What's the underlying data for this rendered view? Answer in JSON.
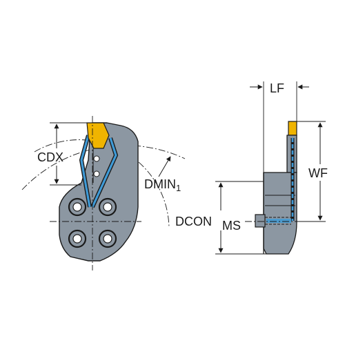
{
  "labels": {
    "cdx": "CDX",
    "dmin": "DMIN",
    "dmin_sub": "1",
    "lf": "LF",
    "wf": "WF",
    "dcon": "DCON",
    "ms": "MS"
  },
  "colors": {
    "body": "#8c97a2",
    "insert": "#f0b400",
    "coolant": "#3f9ad6",
    "line": "#1a1a1a",
    "background": "#ffffff"
  }
}
